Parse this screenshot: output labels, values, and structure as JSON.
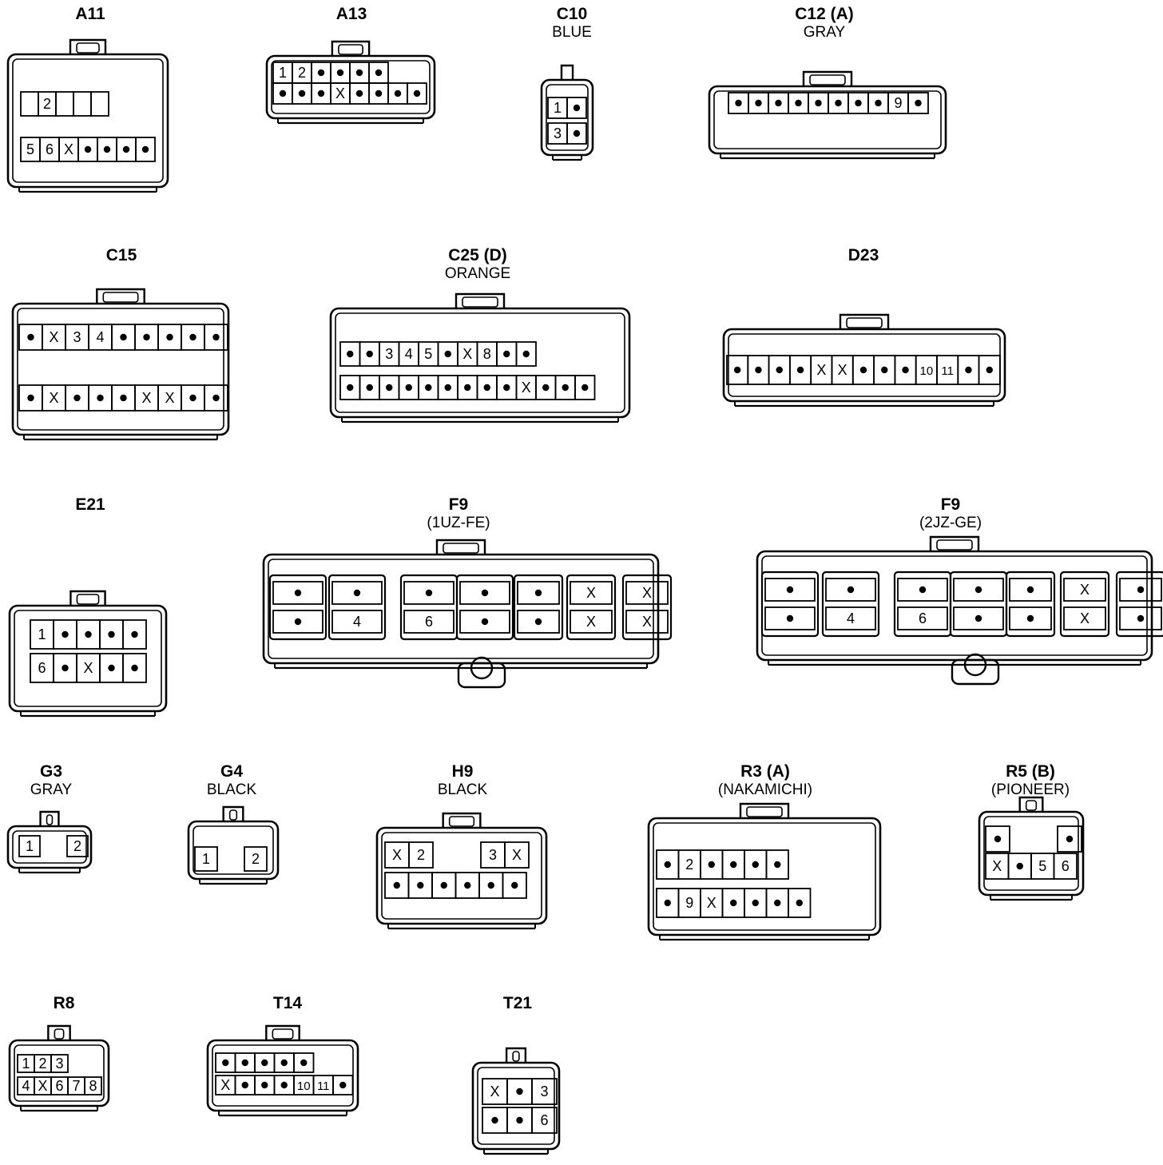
{
  "colors": {
    "ink": "#000000",
    "background": "#ffffff"
  },
  "connectors": [
    {
      "id": "a11",
      "name": "A11",
      "subtitle": "",
      "pins": [
        [
          "",
          "2",
          "",
          "",
          ""
        ],
        [
          "5",
          "6",
          "X",
          "•",
          "•",
          "•",
          "•"
        ]
      ]
    },
    {
      "id": "a13",
      "name": "A13",
      "subtitle": "",
      "pins": [
        [
          "1",
          "2",
          "•",
          "•",
          "•",
          "•"
        ],
        [
          "•",
          "•",
          "•",
          "X",
          "•",
          "•",
          "•",
          "•"
        ]
      ]
    },
    {
      "id": "c10",
      "name": "C10",
      "subtitle": "BLUE",
      "pins": [
        [
          "1",
          "•"
        ],
        [
          "3",
          "•"
        ]
      ]
    },
    {
      "id": "c12a",
      "name": "C12 (A)",
      "subtitle": "GRAY",
      "pins": [
        [
          "•",
          "•",
          "•",
          "•",
          "•",
          "•",
          "•",
          "•",
          "9",
          "•"
        ]
      ]
    },
    {
      "id": "c15",
      "name": "C15",
      "subtitle": "",
      "pins": [
        [
          "•",
          "X",
          "3",
          "4",
          "•",
          "•",
          "•",
          "•",
          "•"
        ],
        [
          "•",
          "X",
          "•",
          "•",
          "•",
          "X",
          "X",
          "•",
          "•"
        ]
      ]
    },
    {
      "id": "c25d",
      "name": "C25 (D)",
      "subtitle": "ORANGE",
      "pins": [
        [
          "•",
          "•",
          "3",
          "4",
          "5",
          "•",
          "X",
          "8",
          "•",
          "•"
        ],
        [
          "•",
          "•",
          "•",
          "•",
          "•",
          "•",
          "•",
          "•",
          "•",
          "X",
          "•",
          "•",
          "•"
        ]
      ]
    },
    {
      "id": "d23",
      "name": "D23",
      "subtitle": "",
      "pins": [
        [
          "•",
          "•",
          "•",
          "•",
          "X",
          "X",
          "•",
          "•",
          "•",
          "10",
          "11",
          "•",
          "•"
        ]
      ]
    },
    {
      "id": "e21",
      "name": "E21",
      "subtitle": "",
      "pins": [
        [
          "1",
          "•",
          "•",
          "•",
          "•"
        ],
        [
          "6",
          "•",
          "X",
          "•",
          "•"
        ]
      ]
    },
    {
      "id": "f9-1uz",
      "name": "F9",
      "subtitle": "(1UZ-FE)",
      "pins": [
        [
          "•",
          "•"
        ],
        [
          "•",
          "4"
        ],
        [
          "•",
          "6"
        ],
        [
          "•",
          "•"
        ],
        [
          "•",
          "•"
        ],
        [
          "X",
          "X"
        ],
        [
          "X",
          "X"
        ]
      ]
    },
    {
      "id": "f9-2jz",
      "name": "F9",
      "subtitle": "(2JZ-GE)",
      "pins": [
        [
          "•",
          "•"
        ],
        [
          "•",
          "4"
        ],
        [
          "•",
          "6"
        ],
        [
          "•",
          "•"
        ],
        [
          "•",
          "•"
        ],
        [
          "X",
          "X"
        ],
        [
          "•",
          "•"
        ]
      ]
    },
    {
      "id": "g3",
      "name": "G3",
      "subtitle": "GRAY",
      "pins": [
        [
          "1",
          "2"
        ]
      ]
    },
    {
      "id": "g4",
      "name": "G4",
      "subtitle": "BLACK",
      "pins": [
        [
          "1",
          "2"
        ]
      ]
    },
    {
      "id": "h9",
      "name": "H9",
      "subtitle": "BLACK",
      "pins": [
        [
          "X",
          "2",
          "3",
          "X"
        ],
        [
          "•",
          "•",
          "•",
          "•",
          "•",
          "•"
        ]
      ]
    },
    {
      "id": "r3a",
      "name": "R3 (A)",
      "subtitle": "(NAKAMICHI)",
      "pins": [
        [
          "•",
          "2",
          "•",
          "•",
          "•",
          "•"
        ],
        [
          "•",
          "9",
          "X",
          "•",
          "•",
          "•",
          "•"
        ]
      ]
    },
    {
      "id": "r5b",
      "name": "R5 (B)",
      "subtitle": "(PIONEER)",
      "pins": [
        [
          "•",
          "•"
        ],
        [
          "X",
          "•",
          "5",
          "6"
        ]
      ]
    },
    {
      "id": "r8",
      "name": "R8",
      "subtitle": "",
      "pins": [
        [
          "1",
          "2",
          "3"
        ],
        [
          "4",
          "X",
          "6",
          "7",
          "8"
        ]
      ]
    },
    {
      "id": "t14",
      "name": "T14",
      "subtitle": "",
      "pins": [
        [
          "•",
          "•",
          "•",
          "•",
          "•"
        ],
        [
          "X",
          "•",
          "•",
          "•",
          "10",
          "11",
          "•"
        ]
      ]
    },
    {
      "id": "t21",
      "name": "T21",
      "subtitle": "",
      "pins": [
        [
          "X",
          "•",
          "3"
        ],
        [
          "•",
          "•",
          "6"
        ]
      ]
    }
  ]
}
